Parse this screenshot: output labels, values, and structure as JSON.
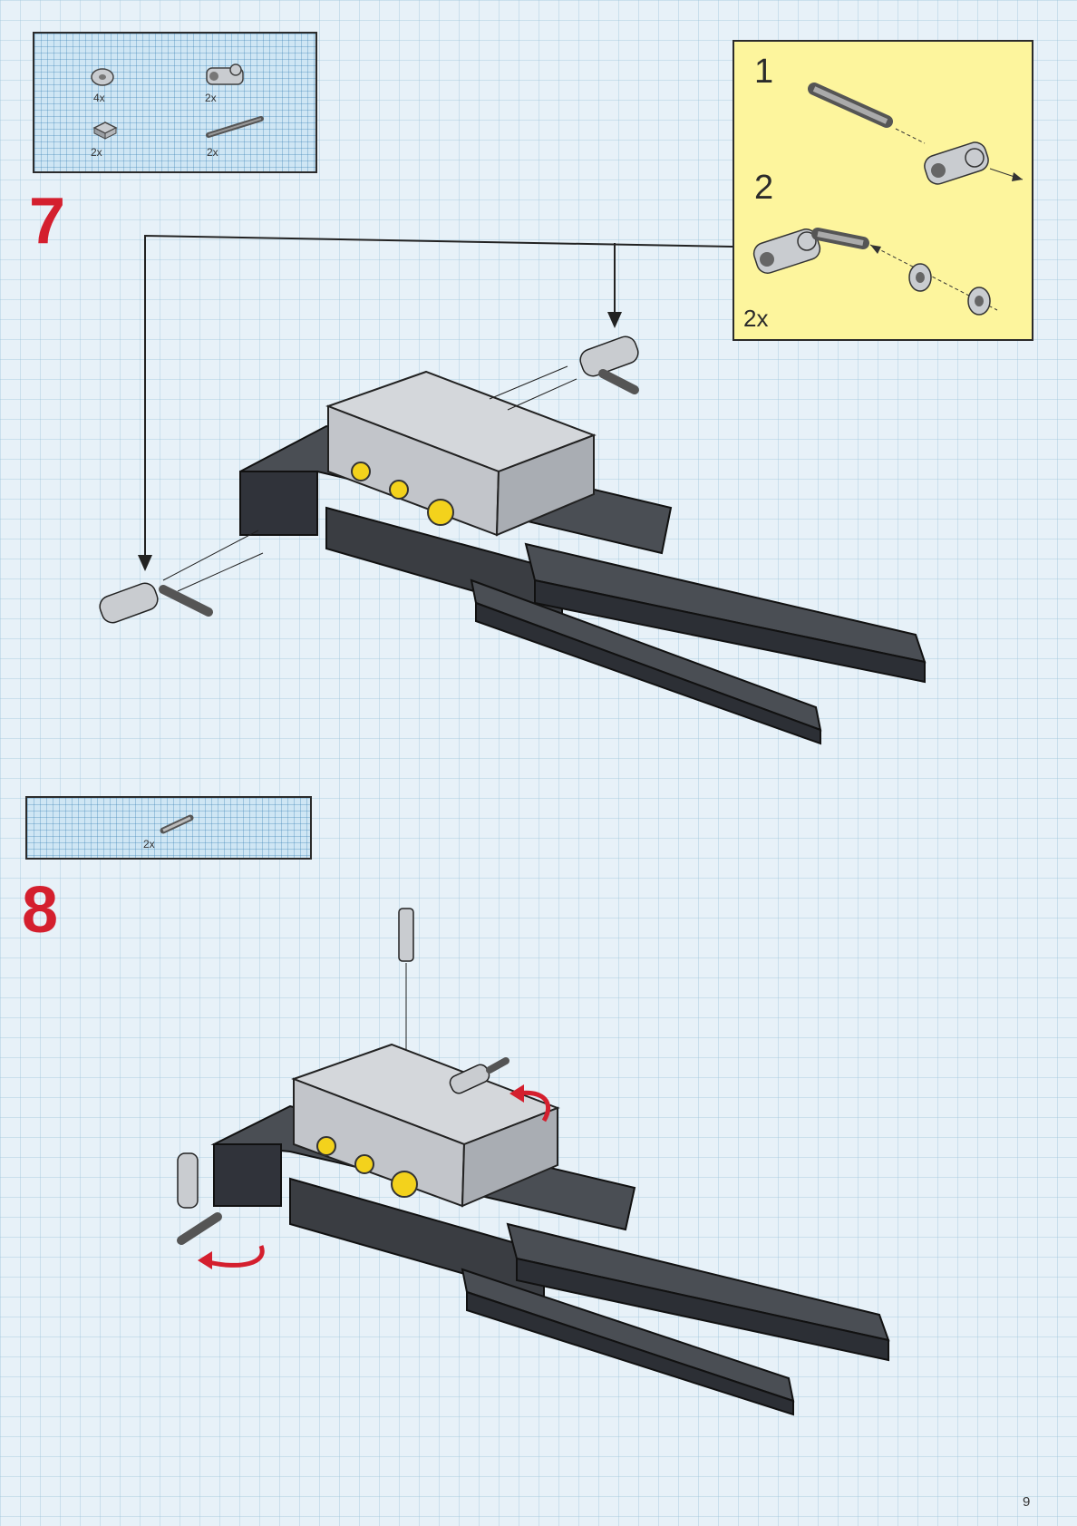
{
  "page_number": "9",
  "step7": {
    "number": "7",
    "parts": [
      {
        "icon": "bush-icon",
        "qty": "4x"
      },
      {
        "icon": "axle-pin-connector-icon",
        "qty": "2x"
      },
      {
        "icon": "plate-1x1-icon",
        "qty": "2x"
      },
      {
        "icon": "axle-icon",
        "qty": "2x"
      }
    ],
    "subassembly": {
      "sub1": "1",
      "sub2": "2",
      "qty": "2x"
    }
  },
  "step8": {
    "number": "8",
    "parts": [
      {
        "icon": "pin-icon",
        "qty": "2x"
      }
    ]
  },
  "colors": {
    "step_number": "#d41f2e",
    "subassembly_bg": "#fdf59d",
    "rotation_arrow": "#d41f2e",
    "brick_dark": "#3a3d42",
    "brick_light": "#c9ccd0",
    "engine_yellow": "#f3d21c"
  }
}
